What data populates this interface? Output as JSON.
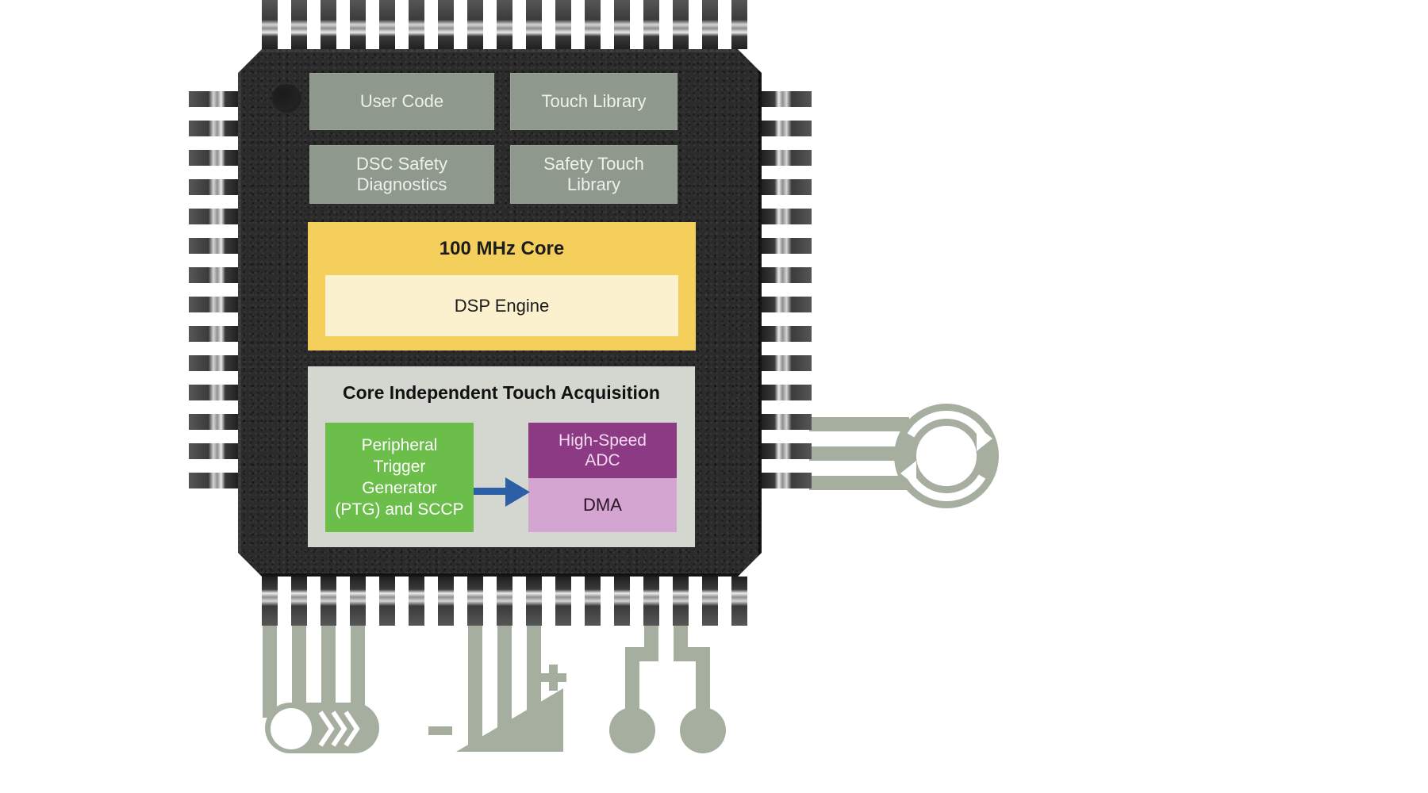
{
  "diagram": {
    "title": "dsPIC microcontroller core independent touch acquisition block diagram",
    "chip": {
      "software_blocks": {
        "user_code": "User Code",
        "touch_library": "Touch Library",
        "dsc_safety_diagnostics": "DSC Safety\nDiagnostics",
        "safety_touch_library": "Safety Touch\nLibrary"
      },
      "core": {
        "title": "100 MHz Core",
        "dsp_engine": "DSP Engine"
      },
      "touch_acquisition": {
        "title": "Core Independent Touch Acquisition",
        "ptg_sccp": "Peripheral\nTrigger\nGenerator\n(PTG) and SCCP",
        "adc": "High-Speed\nADC",
        "dma": "DMA"
      }
    },
    "sensors": {
      "wheel_icon": "rotary-wheel-sensor-icon",
      "slider_icon": "slider-sensor-icon",
      "level_icon": "ramp-level-sensor-icon",
      "buttons_icon": "touch-button-sensor-icons",
      "plus_symbol": "+",
      "minus_symbol": "-"
    },
    "colors": {
      "chip_body": "#2b2b2b",
      "software_block_gray": "#8E988C",
      "core_yellow": "#F5CF5C",
      "dsp_light_yellow": "#FBF1CE",
      "acquisition_panel_gray": "#D4D6D0",
      "ptg_green": "#6CBE4A",
      "adc_purple": "#8C3A84",
      "dma_light_purple": "#D4A5D0",
      "arrow_blue": "#2D5FA7",
      "sensor_trace_green_gray": "#A6AF9F"
    }
  }
}
